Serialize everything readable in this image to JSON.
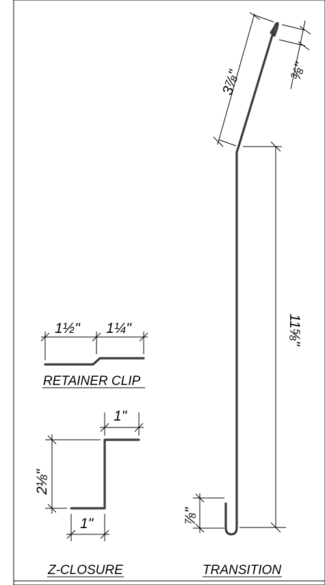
{
  "retainer_clip": {
    "caption": "RETAINER CLIP",
    "dim_left": "1½\"",
    "dim_right": "1¼\""
  },
  "z_closure": {
    "caption": "Z-CLOSURE",
    "dim_top": "1\"",
    "dim_height": "2⅛\"",
    "dim_bottom": "1\""
  },
  "transition": {
    "caption": "TRANSITION",
    "dim_slope": "3⅞\"",
    "dim_hem_top": "⅜\"",
    "dim_height": "11⅝\"",
    "dim_hook": "⅞\""
  }
}
